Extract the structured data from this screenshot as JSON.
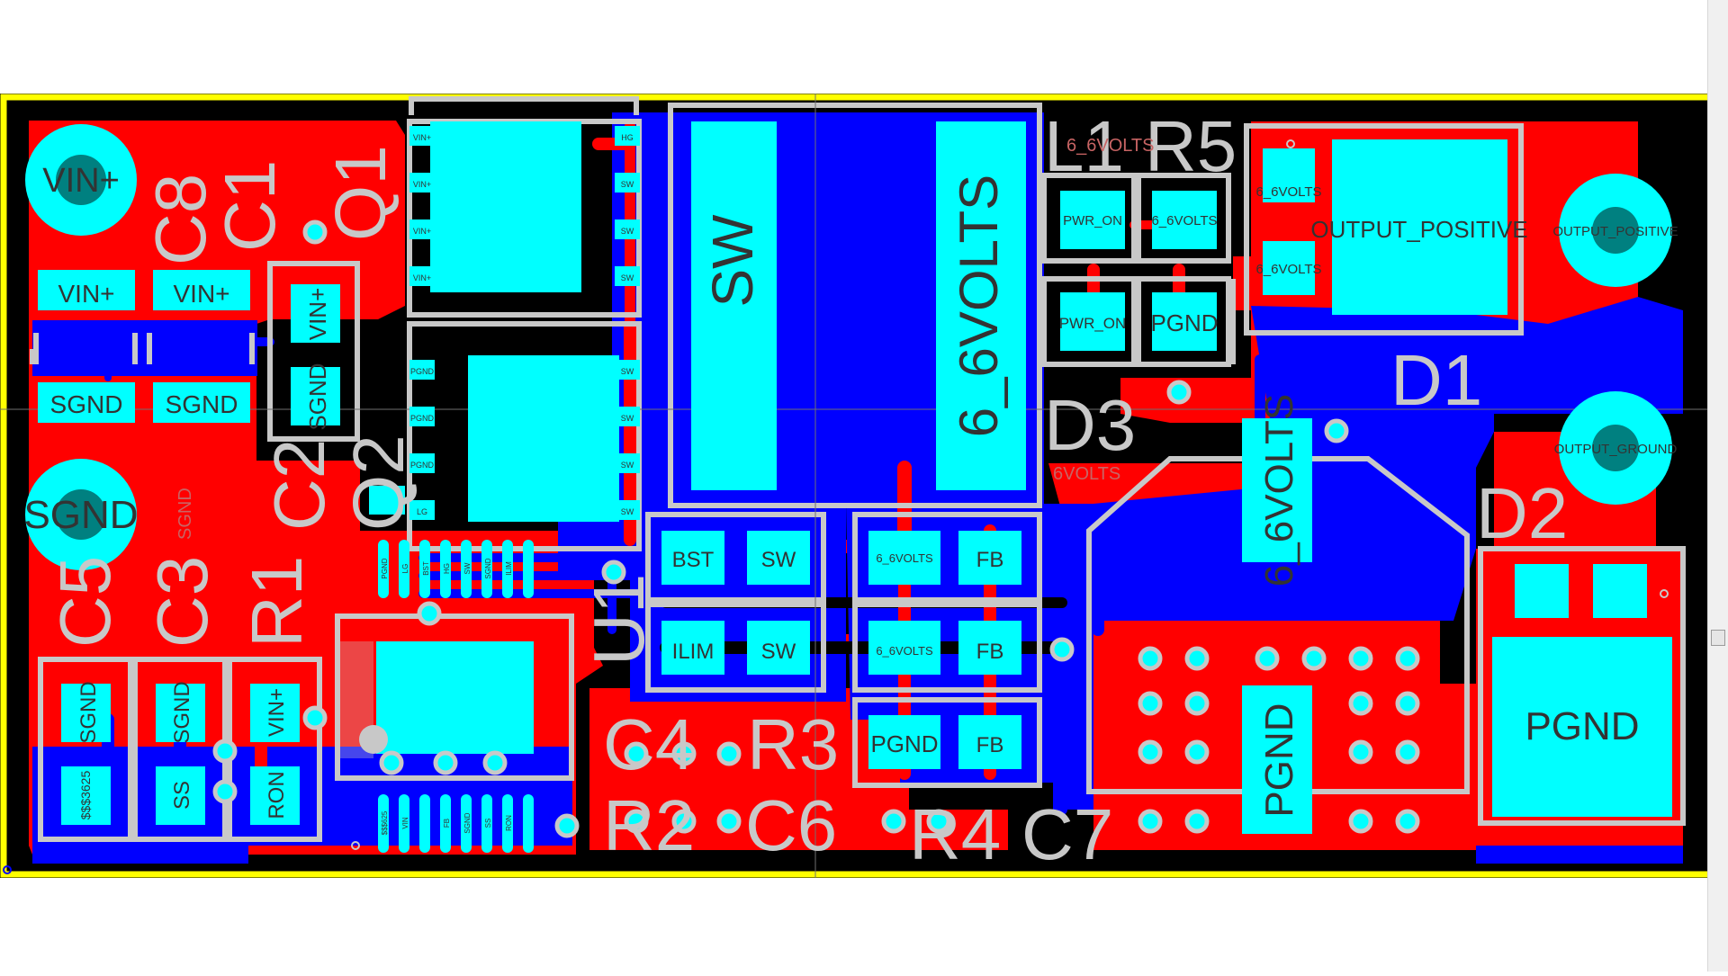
{
  "colors": {
    "background": "#ffffff",
    "board_outline": "#ffff00",
    "board_fill": "#000000",
    "top_copper": "#ff0000",
    "bottom_copper": "#0000ff",
    "pad": "#00ffff",
    "silkscreen": "#c8c8c8",
    "via_center": "#008080"
  },
  "designators": {
    "c8": "C8",
    "c1": "C1",
    "q1": "Q1",
    "c2": "C2",
    "q2": "Q2",
    "c5": "C5",
    "c3": "C3",
    "r1": "R1",
    "u1": "U1",
    "c4": "C4",
    "r3": "R3",
    "r2": "R2",
    "c6": "C6",
    "r4": "R4",
    "c7": "C7",
    "l1": "L1",
    "r5": "R5",
    "d3": "D3",
    "d1": "D1",
    "d2": "D2"
  },
  "nets": {
    "vin_plus": "VIN+",
    "sgnd": "SGND",
    "pgnd": "PGND",
    "sw": "SW",
    "six_volts": "6_6VOLTS",
    "bst": "BST",
    "ilim": "ILIM",
    "fb": "FB",
    "pwr_on": "PWR_ON",
    "output_positive": "OUTPUT_POSITIVE",
    "output_ground": "OUTPUT_GROUND",
    "ss": "SS",
    "ron": "RON",
    "hg": "HG",
    "lg": "LG",
    "sense_label": "$$$3625",
    "sense_label_small": "$$$625",
    "vin_small": "VIN",
    "sgnd_small": "SGND",
    "faint_6volts": "6_6VOLTS",
    "faint_6volts_short": "6VOLTS"
  }
}
